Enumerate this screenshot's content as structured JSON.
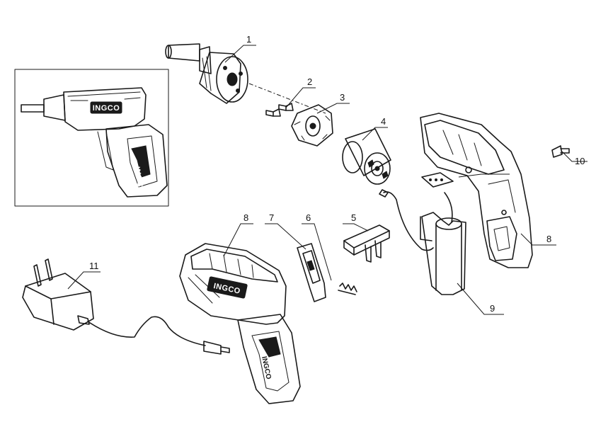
{
  "brand_text": "INGCO",
  "callouts": {
    "c1": "1",
    "c2": "2",
    "c3": "3",
    "c4": "4",
    "c5": "5",
    "c6": "6",
    "c7": "7",
    "c8a": "8",
    "c8b": "8",
    "c9": "9",
    "c10": "10",
    "c11": "11"
  }
}
